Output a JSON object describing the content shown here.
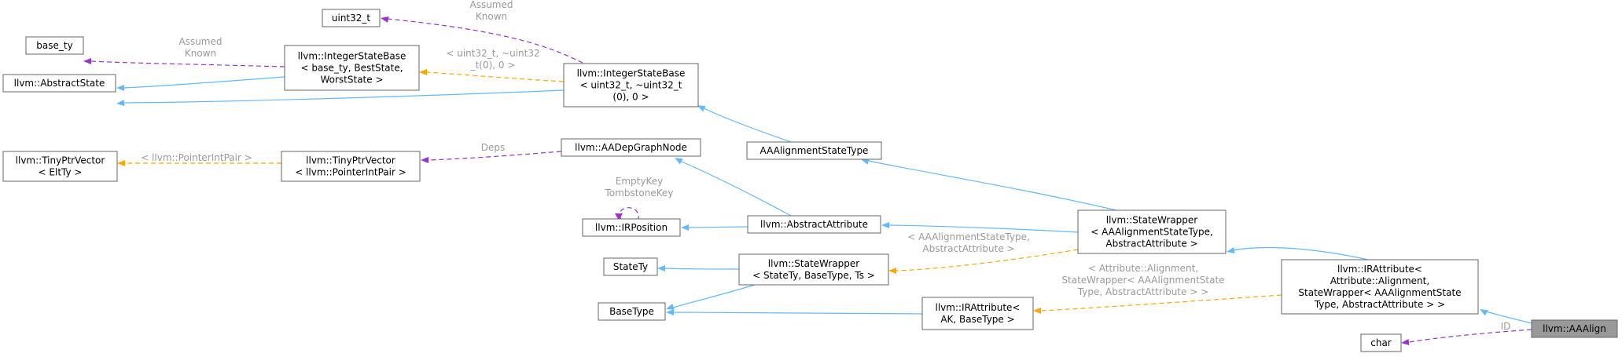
{
  "diagram": {
    "nodes": {
      "uint32_t": [
        "uint32_t"
      ],
      "base_ty": [
        "base_ty"
      ],
      "abstract_state": [
        "llvm::AbstractState"
      ],
      "integer_state_base_generic": [
        "llvm::IntegerStateBase",
        "< base_ty, BestState,",
        "WorstState >"
      ],
      "integer_state_base_uint32": [
        "llvm::IntegerStateBase",
        "< uint32_t, ~uint32_t",
        "(0), 0 >"
      ],
      "tiny_ptr_vector_generic": [
        "llvm::TinyPtrVector",
        "< EltTy >"
      ],
      "tiny_ptr_vector_pointer_int_pair": [
        "llvm::TinyPtrVector",
        "< llvm::PointerIntPair >"
      ],
      "aa_dep_graph_node": [
        "llvm::AADepGraphNode"
      ],
      "ir_position": [
        "llvm::IRPosition"
      ],
      "aa_alignment_state_type": [
        "AAAlignmentStateType"
      ],
      "abstract_attribute": [
        "llvm::AbstractAttribute"
      ],
      "state_ty": [
        "StateTy"
      ],
      "state_wrapper_generic": [
        "llvm::StateWrapper",
        "< StateTy, BaseType, Ts >"
      ],
      "base_type": [
        "BaseType"
      ],
      "ir_attribute_generic": [
        "llvm::IRAttribute<",
        "AK, BaseType >"
      ],
      "state_wrapper_alignment": [
        "llvm::StateWrapper",
        "< AAAlignmentStateType,",
        "AbstractAttribute >"
      ],
      "ir_attribute_alignment": [
        "llvm::IRAttribute<",
        "Attribute::Alignment,",
        "StateWrapper< AAAlignmentState",
        "Type, AbstractAttribute > >"
      ],
      "char": [
        "char"
      ],
      "aa_align": [
        "llvm::AAAlign"
      ]
    },
    "edge_labels": {
      "uint32_assumed_known": [
        "Assumed",
        "Known"
      ],
      "base_ty_assumed_known": [
        "Assumed",
        "Known"
      ],
      "integer_state_template": [
        "< uint32_t, ~uint32",
        "_t(0), 0 >"
      ],
      "pointer_int_pair_template": [
        "< llvm::PointerIntPair >"
      ],
      "deps": [
        "Deps"
      ],
      "ir_position_self": [
        "EmptyKey",
        "TombstoneKey"
      ],
      "state_wrapper_template": [
        "< AAAlignmentStateType,",
        "AbstractAttribute >"
      ],
      "ir_attribute_template": [
        "< Attribute::Alignment,",
        "StateWrapper< AAAlignmentState",
        "Type, AbstractAttribute > >"
      ],
      "char_id": [
        "ID"
      ]
    },
    "edge_colors": {
      "inheritance": "#63b8ff",
      "usage": "#9a32cd",
      "template_instance": "#ffa500",
      "label_text": "#9a9a9a"
    },
    "focus_node_fill": "#999999"
  }
}
